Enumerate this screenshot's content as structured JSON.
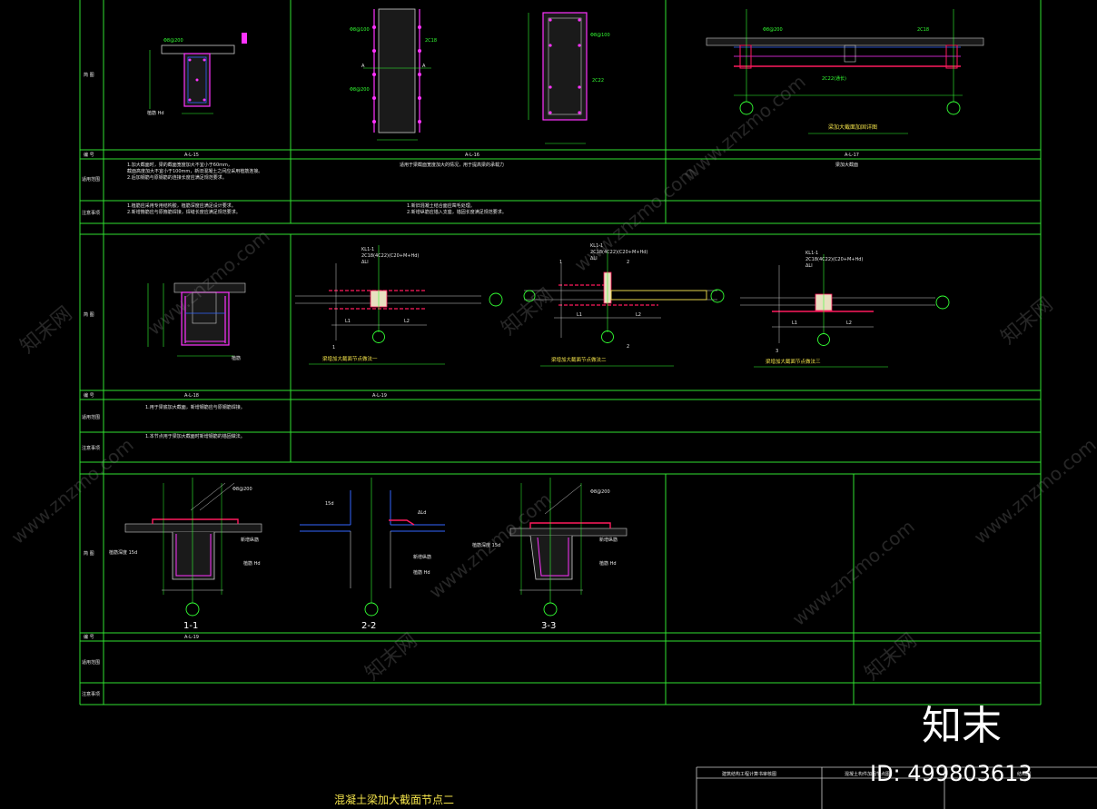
{
  "row_labels": {
    "diagram": "简 图",
    "number": "编 号",
    "applicable_scope": "适用范围",
    "notes": "注意事项"
  },
  "row1": {
    "codes": [
      "A-L-15",
      "A-L-16",
      "A-L-17"
    ],
    "scope_1": "1.加大截面时，梁的截面宽度加大不宜小于60mm，\n截面高度加大不宜小于100mm，新旧混凝土之间应采用植筋连接。\n2.后加钢筋与原钢筋的连接长度应满足规范要求。",
    "scope_2": "适用于梁截面宽度加大的情况，用于提高梁的承载力",
    "scope_3": "梁加大截面",
    "notes_1": "1.植筋应采用专用结构胶，植筋深度应满足设计要求。\n2.新增箍筋应与原箍筋焊接，焊缝长度应满足规范要求。",
    "notes_2": "1.新旧混凝土结合面应凿毛处理。\n2.新增纵筋应锚入支座，锚固长度满足规范要求。",
    "fig3_title": "梁加大截面加固详图"
  },
  "row2": {
    "codes": [
      "A-L-18",
      "A-L-19"
    ],
    "scope_1": "1.用于梁底加大截面，新增钢筋应与原钢筋焊接。",
    "notes_1": "1.本节点用于梁加大截面时新增钢筋的锚固做法。",
    "fig_titles": [
      "梁增加大截面节点做法一",
      "梁增加大截面节点做法二",
      "梁增加大截面节点做法三"
    ],
    "ann_a": [
      "KL1-1",
      "2C18(4C22)(C20+M+Hd)",
      "ΔLl"
    ],
    "dims": [
      "L1",
      "L2",
      "1",
      "2",
      "3"
    ]
  },
  "row3": {
    "codes": [
      "A-L-19"
    ],
    "sections": [
      "1-1",
      "2-2",
      "3-3"
    ],
    "ann": [
      "Φ8@200",
      "15d",
      "ΔLd",
      "植筋深度 15d",
      "新增纵筋",
      "植筋 Hd"
    ]
  },
  "title_block": {
    "org": "建筑结构工程计算书审核图",
    "item": "混凝土构件加固节点图",
    "sheet": "结构图"
  },
  "drawing_title": "混凝土梁加大截面节点二",
  "watermark": {
    "text_cn": "知末网",
    "text_url": "www.znzmo.com",
    "brand": "知末",
    "id": "ID: 499803613"
  },
  "colors": {
    "frame": "#33ff33",
    "beam": "#ff1a5e",
    "rebar": "#ff33ff",
    "axis": "#33ff33",
    "text": "#e6e6e6",
    "title": "#f2e24a"
  }
}
